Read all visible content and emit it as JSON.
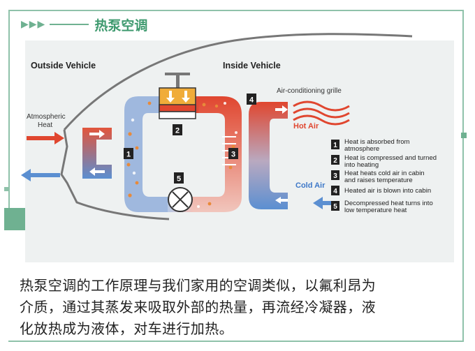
{
  "header": {
    "arrows": "▶▶▶",
    "title": "热泵空调"
  },
  "diagram": {
    "outside_label": "Outside Vehicle",
    "inside_label": "Inside Vehicle",
    "atmospheric_line1": "Atmospheric",
    "atmospheric_line2": "Heat",
    "grille_label": "Air-conditioning grille",
    "hot_air": "Hot Air",
    "cold_air": "Cold Air",
    "markers": [
      "1",
      "2",
      "3",
      "4",
      "5"
    ],
    "legend": [
      {
        "num": "1",
        "line1": "Heat is absorbed from",
        "line2": "atmosphere"
      },
      {
        "num": "2",
        "line1": "Heat is compressed and turned",
        "line2": "into heating"
      },
      {
        "num": "3",
        "line1": "Heat heats cold air in cabin",
        "line2": "and raises temperature"
      },
      {
        "num": "4",
        "line1": "Heated air is blown into cabin",
        "line2": ""
      },
      {
        "num": "5",
        "line1": "Decompressed heat turns into",
        "line2": "low temperature heat"
      }
    ]
  },
  "caption": {
    "line1": "热泵空调的工作原理与我们家用的空调类似，以氟利昂为",
    "line2": "介质，通过其蒸发来吸取外部的热量，再流经冷凝器，液",
    "line3": "化放热成为液体，对车进行加热。"
  },
  "colors": {
    "accent": "#6fb191",
    "hot": "#e0462f",
    "cold": "#5b8fd1",
    "pipe_light": "#c7d6ec"
  }
}
